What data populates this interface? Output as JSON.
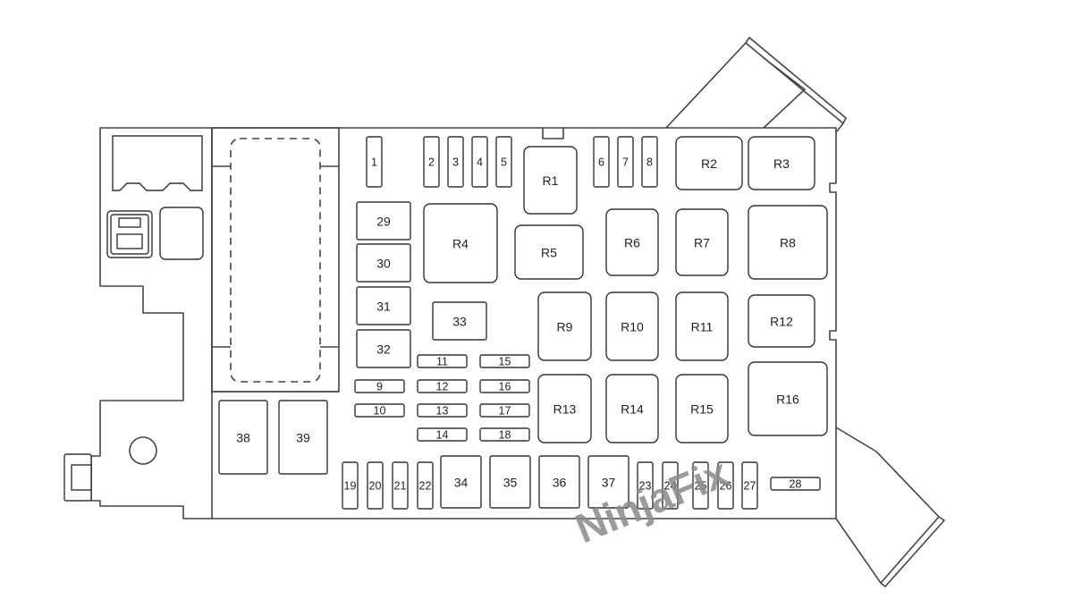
{
  "watermark": "NinjaFix",
  "colors": {
    "line": "#444444",
    "fill": "#ffffff",
    "text": "#222222",
    "watermark": "#8a8a8a"
  },
  "fuses_vertical": [
    {
      "id": "f1",
      "label": "1"
    },
    {
      "id": "f2",
      "label": "2"
    },
    {
      "id": "f3",
      "label": "3"
    },
    {
      "id": "f4",
      "label": "4"
    },
    {
      "id": "f5",
      "label": "5"
    },
    {
      "id": "f6",
      "label": "6"
    },
    {
      "id": "f7",
      "label": "7"
    },
    {
      "id": "f8",
      "label": "8"
    },
    {
      "id": "f19",
      "label": "19"
    },
    {
      "id": "f20",
      "label": "20"
    },
    {
      "id": "f21",
      "label": "21"
    },
    {
      "id": "f22",
      "label": "22"
    },
    {
      "id": "f23",
      "label": "23"
    },
    {
      "id": "f24",
      "label": "24"
    },
    {
      "id": "f25",
      "label": "25"
    },
    {
      "id": "f26",
      "label": "26"
    },
    {
      "id": "f27",
      "label": "27"
    }
  ],
  "fuses_horizontal": [
    {
      "id": "f9",
      "label": "9"
    },
    {
      "id": "f10",
      "label": "10"
    },
    {
      "id": "f11",
      "label": "11"
    },
    {
      "id": "f12",
      "label": "12"
    },
    {
      "id": "f13",
      "label": "13"
    },
    {
      "id": "f14",
      "label": "14"
    },
    {
      "id": "f15",
      "label": "15"
    },
    {
      "id": "f16",
      "label": "16"
    },
    {
      "id": "f17",
      "label": "17"
    },
    {
      "id": "f18",
      "label": "18"
    },
    {
      "id": "f28",
      "label": "28"
    }
  ],
  "fuses_large": [
    {
      "id": "f29",
      "label": "29"
    },
    {
      "id": "f30",
      "label": "30"
    },
    {
      "id": "f31",
      "label": "31"
    },
    {
      "id": "f32",
      "label": "32"
    },
    {
      "id": "f33",
      "label": "33"
    },
    {
      "id": "f34",
      "label": "34"
    },
    {
      "id": "f35",
      "label": "35"
    },
    {
      "id": "f36",
      "label": "36"
    },
    {
      "id": "f37",
      "label": "37"
    },
    {
      "id": "f38",
      "label": "38"
    },
    {
      "id": "f39",
      "label": "39"
    }
  ],
  "relays": [
    {
      "id": "r1",
      "label": "R1"
    },
    {
      "id": "r2",
      "label": "R2"
    },
    {
      "id": "r3",
      "label": "R3"
    },
    {
      "id": "r4",
      "label": "R4"
    },
    {
      "id": "r5",
      "label": "R5"
    },
    {
      "id": "r6",
      "label": "R6"
    },
    {
      "id": "r7",
      "label": "R7"
    },
    {
      "id": "r8",
      "label": "R8"
    },
    {
      "id": "r9",
      "label": "R9"
    },
    {
      "id": "r10",
      "label": "R10"
    },
    {
      "id": "r11",
      "label": "R11"
    },
    {
      "id": "r12",
      "label": "R12"
    },
    {
      "id": "r13",
      "label": "R13"
    },
    {
      "id": "r14",
      "label": "R14"
    },
    {
      "id": "r15",
      "label": "R15"
    },
    {
      "id": "r16",
      "label": "R16"
    }
  ]
}
